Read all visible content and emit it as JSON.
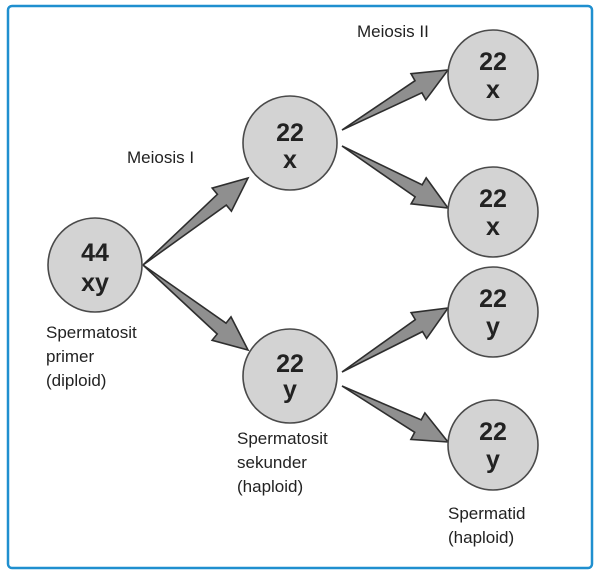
{
  "colors": {
    "frame": "#1f8fcf",
    "cell_fill": "#d3d3d3",
    "arrow_fill": "#8f8f8f"
  },
  "stages": {
    "meiosis_1": "Meiosis I",
    "meiosis_2": "Meiosis II"
  },
  "cells": {
    "primary": {
      "number": "44",
      "chromosomes": "xy"
    },
    "secondary_x": {
      "number": "22",
      "chromosomes": "x"
    },
    "secondary_y": {
      "number": "22",
      "chromosomes": "y"
    },
    "spermatid_1": {
      "number": "22",
      "chromosomes": "x"
    },
    "spermatid_2": {
      "number": "22",
      "chromosomes": "x"
    },
    "spermatid_3": {
      "number": "22",
      "chromosomes": "y"
    },
    "spermatid_4": {
      "number": "22",
      "chromosomes": "y"
    }
  },
  "captions": {
    "primary": [
      "Spermatosit",
      "primer",
      "(diploid)"
    ],
    "secondary": [
      "Spermatosit",
      "sekunder",
      "(haploid)"
    ],
    "spermatid": [
      "Spermatid",
      "(haploid)"
    ]
  }
}
